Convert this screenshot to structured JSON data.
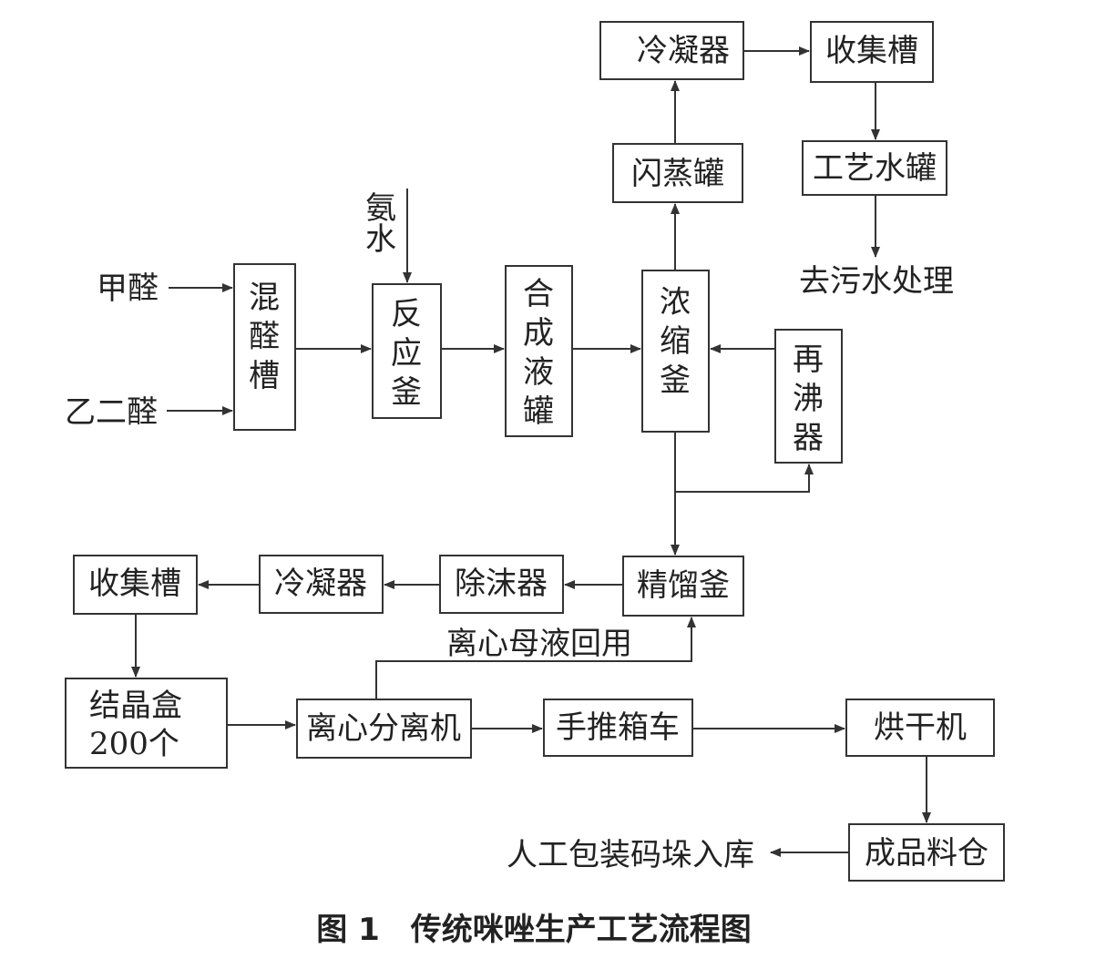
{
  "diagram": {
    "inputs": {
      "formaldehyde": "甲醛",
      "glyoxal": "乙二醛",
      "ammonia": "氨水"
    },
    "nodes": {
      "mixer": "混醛槽",
      "reactor": "反应釜",
      "synth_tank": "合成液罐",
      "concentrator": "浓缩釜",
      "reboiler": "再沸器",
      "flash_tank": "闪蒸罐",
      "condenser_top": "冷凝器",
      "collector_top": "收集槽",
      "process_water_tank": "工艺水罐",
      "rectifier": "精馏釜",
      "defoamer": "除沫器",
      "condenser_bottom": "冷凝器",
      "collector_bottom": "收集槽",
      "crystal_box_line1": "结晶盒",
      "crystal_box_line2": "200个",
      "centrifuge": "离心分离机",
      "cart": "手推箱车",
      "dryer": "烘干机",
      "product_silo": "成品料仓"
    },
    "annotations": {
      "wastewater": "去污水处理",
      "mother_liquor": "离心母液回用",
      "packing": "人工包装码垛入库"
    },
    "caption": "图 1　传统咪唑生产工艺流程图"
  }
}
